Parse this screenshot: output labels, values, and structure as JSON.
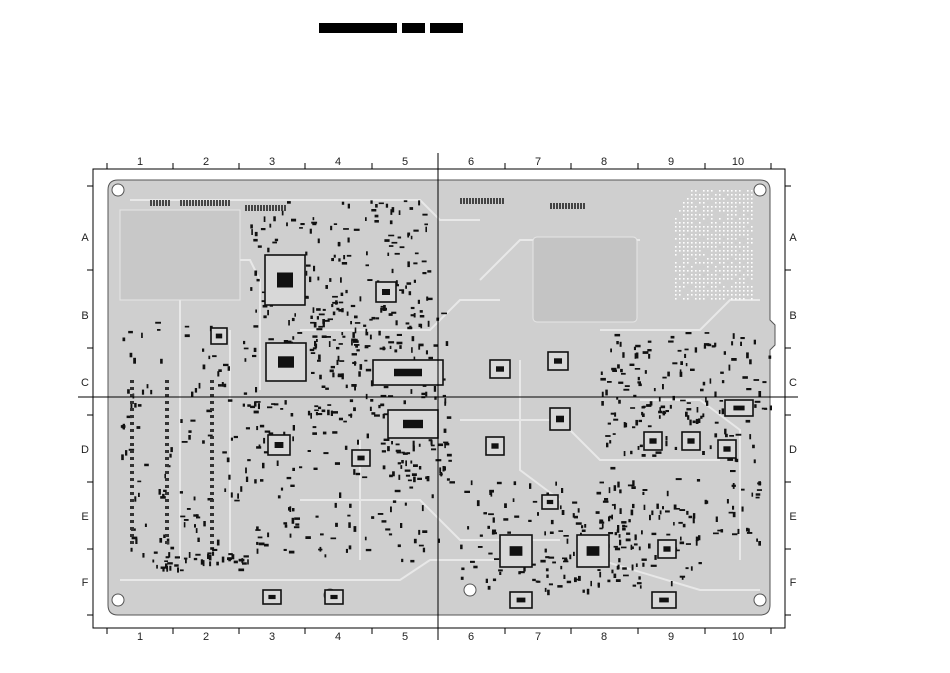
{
  "header": {
    "blocks": [
      "redacted-title",
      "redacted-code",
      "redacted-rev"
    ]
  },
  "grid": {
    "columns": [
      "1",
      "2",
      "3",
      "4",
      "5",
      "6",
      "7",
      "8",
      "9",
      "10"
    ],
    "rows": [
      "A",
      "B",
      "C",
      "D",
      "E",
      "F"
    ]
  },
  "colors": {
    "board_fill": "#cfcfcf",
    "trace": "#e8e8e8",
    "component": "#111111",
    "frame": "#000000"
  }
}
